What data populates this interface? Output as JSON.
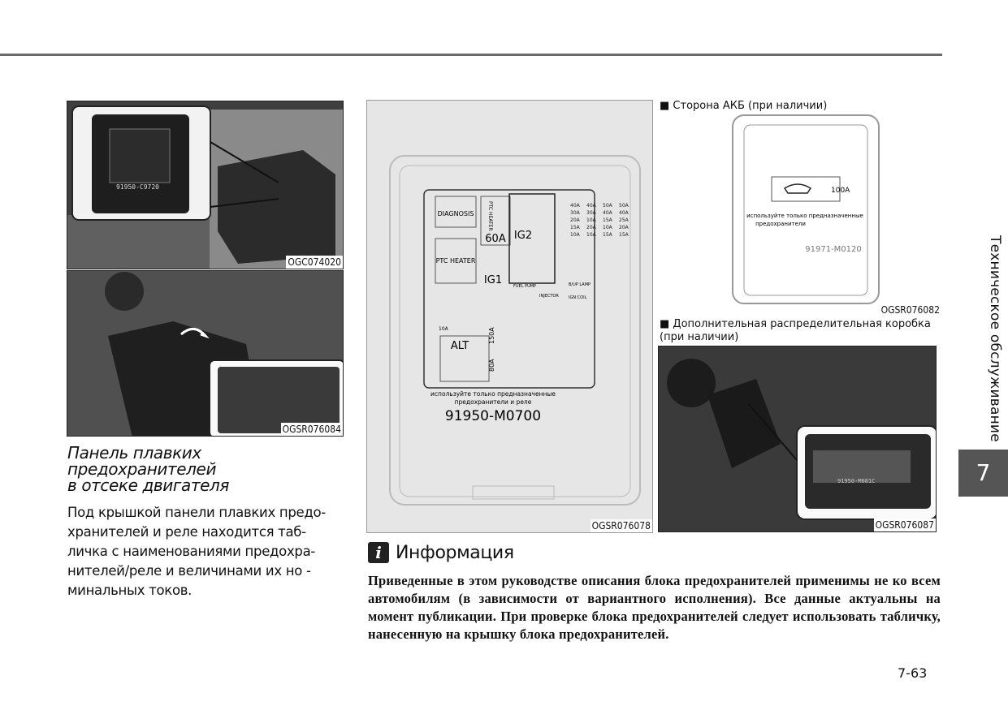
{
  "figures": {
    "engine_photo_1": {
      "code": "OGC074020",
      "inset_label": "91950-C9720"
    },
    "engine_photo_2": {
      "code": "OGSR076084"
    },
    "fuse_panel": {
      "code": "OGSR076078",
      "labels": {
        "diagnosis": "DIAGNOSIS",
        "ptc_heater_box": "PTC HEATER",
        "ptc_heater_vertical": "PTC HEATER",
        "f60a": "60A",
        "ig2": "IG2",
        "ig1": "IG1",
        "alt": "ALT",
        "alt_amp": "150A",
        "f80a": "80A",
        "f10a": "10A",
        "fuel_pump": "FUEL PUMP",
        "injector": "INJECTOR",
        "bup_lamp": "B/UP LAMP",
        "ign_coil": "IGN COIL",
        "note_line1": "используйте только предназначенные",
        "note_line2": "предохранители и реле",
        "part_number": "91950-M0700",
        "amps": [
          "40A",
          "40A",
          "50A",
          "50A",
          "30A",
          "30A",
          "40A",
          "40A",
          "20A",
          "10A",
          "15A",
          "25A",
          "15A",
          "20A",
          "10A",
          "20A",
          "10A",
          "10A",
          "15A",
          "15A"
        ]
      }
    },
    "battery_side": {
      "caption": "■ Сторона АКБ (при наличии)",
      "code": "OGSR076082",
      "fuse_amp": "100A",
      "note_line1": "используйте только предназначенные",
      "note_line2": "предохранители",
      "part_number": "91971-M0120"
    },
    "distribution_box": {
      "caption_line1": "■ Дополнительная распределительная коробка",
      "caption_line2": "(при наличии)",
      "code": "OGSR076087",
      "inset_label": "91950-M081C"
    }
  },
  "section": {
    "title_line1": "Панель плавких",
    "title_line2": "предохранителей",
    "title_line3": "в отсеке двигателя",
    "body_lines": [
      "Под крышкой панели плавких предо-",
      "хранителей и реле находится таб-",
      "личка с наименованиями предохра-",
      "нителей/реле и величинами их но -",
      "минальных токов."
    ]
  },
  "info": {
    "icon": "i",
    "title": "Информация",
    "text": "Приведенные в этом руководстве описания блока предохранителей приме­нимы не ко всем автомобилям (в зависимости от вариантного исполнения). Все данные актуальны на момент публикации. При проверке блока предо­хранителей следует использовать табличку, нанесенную на крышку блока предохранителей."
  },
  "side_tab": {
    "label": "Техническое обслуживание",
    "number": "7"
  },
  "page_number": "7-63"
}
